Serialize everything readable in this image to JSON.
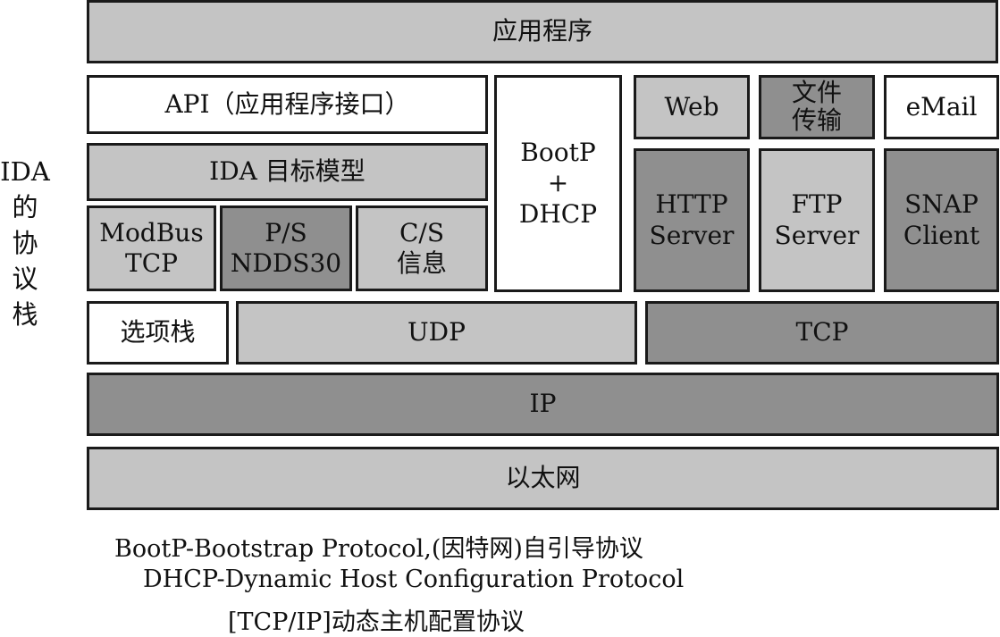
{
  "side_label": [
    "IDA",
    "的",
    "协",
    "议",
    "栈"
  ],
  "layers": {
    "application": "应用程序",
    "api": "API（应用程序接口）",
    "ida_model": "IDA 目标模型",
    "modbus": [
      "ModBus",
      "TCP"
    ],
    "ps": [
      "P/S",
      "NDDS30"
    ],
    "cs": [
      "C/S",
      "信息"
    ],
    "bootp": [
      "BootP",
      "+",
      "DHCP"
    ],
    "web": "Web",
    "file_transfer": [
      "文件",
      "传输"
    ],
    "email": "eMail",
    "http": [
      "HTTP",
      "Server"
    ],
    "ftp": [
      "FTP",
      "Server"
    ],
    "snap": [
      "SNAP",
      "Client"
    ],
    "option_stack": "选项栈",
    "udp": "UDP",
    "tcp": "TCP",
    "ip": "IP",
    "ethernet": "以太网"
  },
  "notes": [
    "BootP-Bootstrap Protocol,(因特网)自引导协议",
    "DHCP-Dynamic Host Configuration Protocol",
    "[TCP/IP]动态主机配置协议"
  ],
  "colors": {
    "light_fill": "#c4c4c4",
    "dark_fill": "#8f8f8f",
    "white_fill": "#ffffff",
    "border": "#1a1a1a"
  }
}
